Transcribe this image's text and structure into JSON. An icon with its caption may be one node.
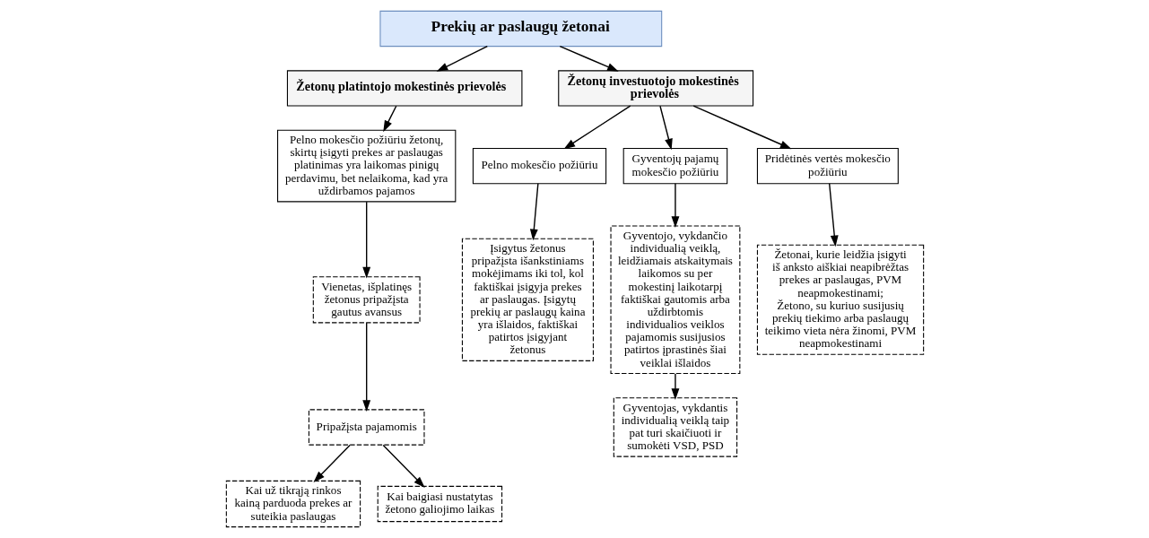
{
  "diagram": {
    "nodes": [
      {
        "text": [
          "Prekių ar paslaugų žetonai"
        ]
      },
      {
        "text": [
          "Žetonų platintojo mokestinės prievolės"
        ]
      },
      {
        "text": [
          "Žetonų investuotojo mokestinės prievolės"
        ]
      },
      {
        "text": [
          "Pelno mokesčio požiūriu žetonų, skirtų įsigyti prekes ar paslaugas platinimas yra laikomas pinigų perdavimu, bet nelaikoma, kad yra uždirbamos pajamos"
        ]
      },
      {
        "text": [
          "Vienetas, išplatinęs žetonus pripažįsta gautus avansus"
        ]
      },
      {
        "text": [
          "Pripažįsta pajamomis"
        ]
      },
      {
        "text": [
          "Kai už tikrąją rinkos kainą parduoda prekes ar suteikia paslaugas"
        ]
      },
      {
        "text": [
          "Kai baigiasi nustatytas žetono galiojimo laikas"
        ]
      },
      {
        "text": [
          "Pelno mokesčio požiūriu"
        ]
      },
      {
        "text": [
          "Gyventojų pajamų mokesčio požiūriu"
        ]
      },
      {
        "text": [
          "Pridėtinės vertės mokesčio požiūriu"
        ]
      },
      {
        "text": [
          "Įsigytus žetonus pripažįsta išankstiniams mokėjimams iki tol, kol faktiškai įsigyja prekes ar paslaugas. Įsigytų prekių ar paslaugų kaina yra išlaidos, faktiškai patirtos įsigyjant žetonus"
        ]
      },
      {
        "text": [
          "Gyventojo, vykdančio individualią veiklą, leidžiamais atskaitymais laikomos su per mokestinį laikotarpį faktiškai gautomis arba uždirbtomis individualios veiklos pajamomis susijusios patirtos įprastinės šiai veiklai išlaidos"
        ]
      },
      {
        "text": [
          "Žetonai, kurie leidžia įsigyti iš anksto aiškiai neapibrėžtas prekes ar paslaugas, PVM neapmokestinami;",
          "Žetono, su kuriuo susijusių prekių tiekimo arba paslaugų teikimo vieta nėra žinomi, PVM neapmokestinami"
        ]
      },
      {
        "text": [
          "Gyventojas, vykdantis individualią veiklą taip pat turi skaičiuoti ir sumokėti VSD, PSD"
        ]
      }
    ],
    "edges": [
      {
        "from": 0,
        "to": 1,
        "arrow": "to"
      },
      {
        "from": 0,
        "to": 2,
        "arrow": "to"
      },
      {
        "from": 1,
        "to": 3,
        "arrow": "to"
      },
      {
        "from": 3,
        "to": 4,
        "arrow": "to"
      },
      {
        "from": 4,
        "to": 5,
        "arrow": "to"
      },
      {
        "from": 5,
        "to": 6,
        "arrow": "to"
      },
      {
        "from": 5,
        "to": 7,
        "arrow": "to"
      },
      {
        "from": 2,
        "to": 8,
        "arrow": "to"
      },
      {
        "from": 2,
        "to": 9,
        "arrow": "to"
      },
      {
        "from": 2,
        "to": 10,
        "arrow": "to"
      },
      {
        "from": 8,
        "to": 11,
        "arrow": "to"
      },
      {
        "from": 9,
        "to": 12,
        "arrow": "to"
      },
      {
        "from": 10,
        "to": 13,
        "arrow": "to"
      },
      {
        "from": 12,
        "to": 14,
        "arrow": "to"
      }
    ]
  }
}
